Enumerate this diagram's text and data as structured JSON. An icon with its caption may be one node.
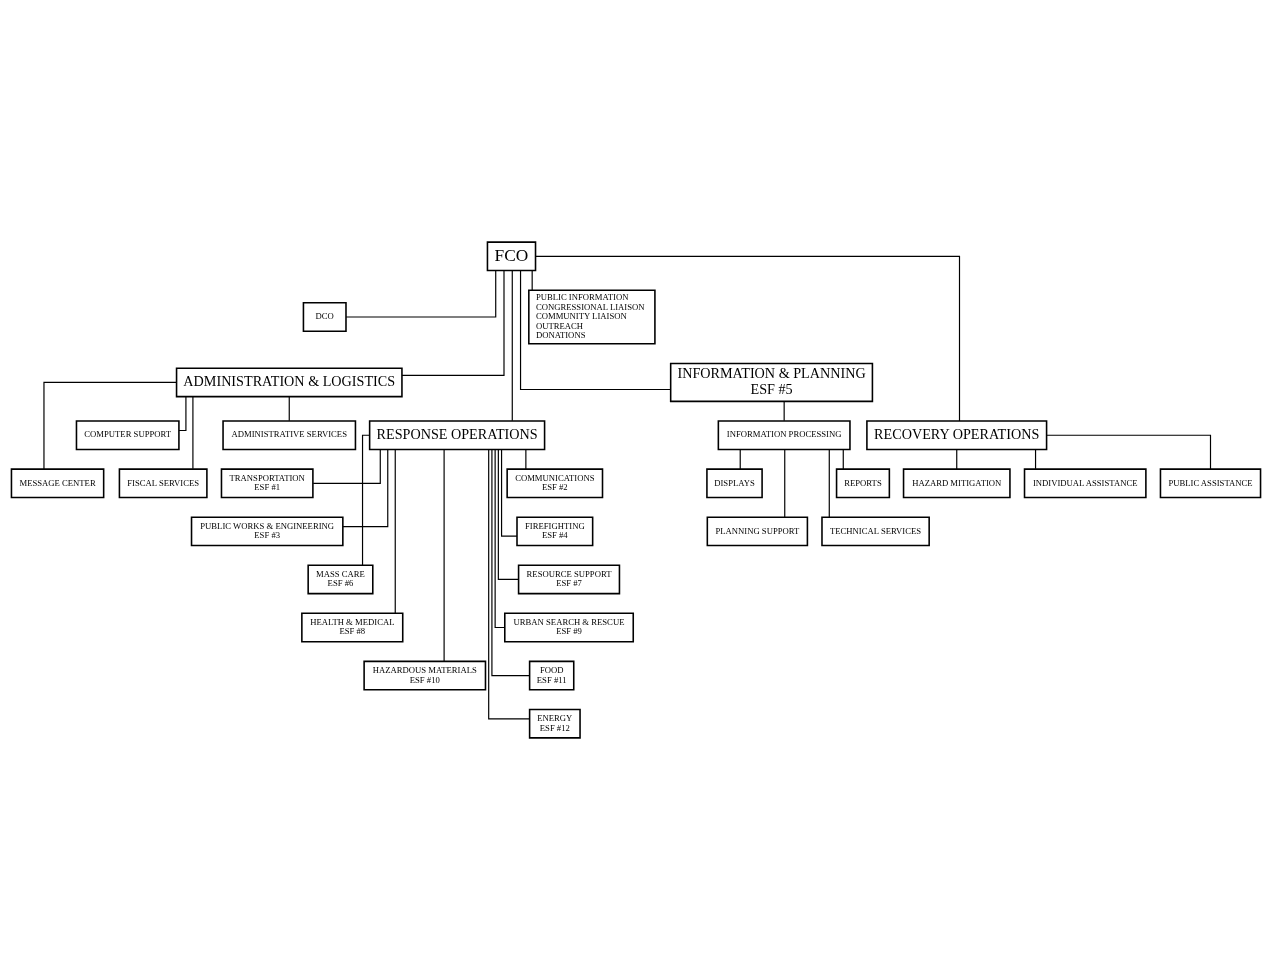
{
  "diagram": {
    "nodes": [
      {
        "text": [
          "FCO"
        ]
      },
      {
        "text": [
          "DCO"
        ]
      },
      {
        "text": [
          "PUBLIC INFORMATION",
          "CONGRESSIONAL LIAISON",
          "COMMUNITY LIAISON",
          "OUTREACH",
          "DONATIONS"
        ]
      },
      {
        "text": [
          "ADMINISTRATION & LOGISTICS"
        ]
      },
      {
        "text": [
          "INFORMATION & PLANNING",
          "ESF #5"
        ]
      },
      {
        "text": [
          "RESPONSE OPERATIONS"
        ]
      },
      {
        "text": [
          "RECOVERY OPERATIONS"
        ]
      },
      {
        "text": [
          "ADMINISTRATIVE SERVICES"
        ]
      },
      {
        "text": [
          "COMPUTER SUPPORT"
        ]
      },
      {
        "text": [
          "FISCAL SERVICES"
        ]
      },
      {
        "text": [
          "MESSAGE CENTER"
        ]
      },
      {
        "text": [
          "INFORMATION PROCESSING"
        ]
      },
      {
        "text": [
          "REPORTS"
        ]
      },
      {
        "text": [
          "DISPLAYS"
        ]
      },
      {
        "text": [
          "TECHNICAL SERVICES"
        ]
      },
      {
        "text": [
          "PLANNING SUPPORT"
        ]
      },
      {
        "text": [
          "TRANSPORTATION",
          "ESF #1"
        ]
      },
      {
        "text": [
          "COMMUNICATIONS",
          "ESF #2"
        ]
      },
      {
        "text": [
          "PUBLIC WORKS & ENGINEERING",
          "ESF #3"
        ]
      },
      {
        "text": [
          "FIREFIGHTING",
          "ESF #4"
        ]
      },
      {
        "text": [
          "MASS CARE",
          "ESF #6"
        ]
      },
      {
        "text": [
          "RESOURCE SUPPORT",
          "ESF #7"
        ]
      },
      {
        "text": [
          "HEALTH & MEDICAL",
          "ESF #8"
        ]
      },
      {
        "text": [
          "URBAN SEARCH & RESCUE",
          "ESF #9"
        ]
      },
      {
        "text": [
          "HAZARDOUS MATERIALS",
          "ESF #10"
        ]
      },
      {
        "text": [
          "FOOD",
          "ESF #11"
        ]
      },
      {
        "text": [
          "ENERGY",
          "ESF #12"
        ]
      },
      {
        "text": [
          "INDIVIDUAL ASSISTANCE"
        ]
      },
      {
        "text": [
          "PUBLIC ASSISTANCE"
        ]
      },
      {
        "text": [
          "HAZARD MITIGATION"
        ]
      }
    ],
    "edges": [
      {
        "from": 0,
        "to": 1,
        "arrow": "none"
      },
      {
        "from": 0,
        "to": 2,
        "arrow": "none"
      },
      {
        "from": 0,
        "to": 3,
        "arrow": "none"
      },
      {
        "from": 0,
        "to": 4,
        "arrow": "none"
      },
      {
        "from": 0,
        "to": 5,
        "arrow": "none"
      },
      {
        "from": 0,
        "to": 6,
        "arrow": "none"
      },
      {
        "from": 3,
        "to": 7,
        "arrow": "none"
      },
      {
        "from": 3,
        "to": 8,
        "arrow": "none"
      },
      {
        "from": 3,
        "to": 9,
        "arrow": "none"
      },
      {
        "from": 3,
        "to": 10,
        "arrow": "none"
      },
      {
        "from": 4,
        "to": 11,
        "arrow": "none"
      },
      {
        "from": 11,
        "to": 12,
        "arrow": "none"
      },
      {
        "from": 11,
        "to": 13,
        "arrow": "none"
      },
      {
        "from": 11,
        "to": 14,
        "arrow": "none"
      },
      {
        "from": 11,
        "to": 15,
        "arrow": "none"
      },
      {
        "from": 5,
        "to": 16,
        "arrow": "none"
      },
      {
        "from": 5,
        "to": 17,
        "arrow": "none"
      },
      {
        "from": 5,
        "to": 18,
        "arrow": "none"
      },
      {
        "from": 5,
        "to": 19,
        "arrow": "none"
      },
      {
        "from": 5,
        "to": 20,
        "arrow": "none"
      },
      {
        "from": 5,
        "to": 21,
        "arrow": "none"
      },
      {
        "from": 5,
        "to": 22,
        "arrow": "none"
      },
      {
        "from": 5,
        "to": 23,
        "arrow": "none"
      },
      {
        "from": 5,
        "to": 24,
        "arrow": "none"
      },
      {
        "from": 5,
        "to": 25,
        "arrow": "none"
      },
      {
        "from": 5,
        "to": 26,
        "arrow": "none"
      },
      {
        "from": 6,
        "to": 27,
        "arrow": "none"
      },
      {
        "from": 6,
        "to": 28,
        "arrow": "none"
      },
      {
        "from": 6,
        "to": 29,
        "arrow": "none"
      }
    ]
  }
}
